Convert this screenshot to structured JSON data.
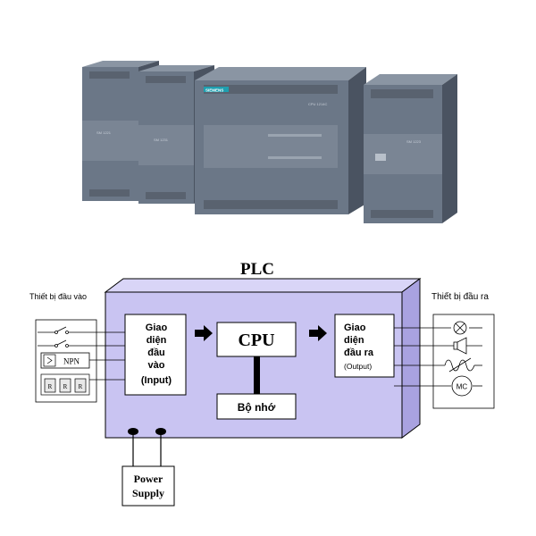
{
  "photo": {
    "modules": [
      {
        "brand": "",
        "label": "SM 1221"
      },
      {
        "brand": "",
        "label": "SM 1231"
      },
      {
        "brand": "SIEMENS",
        "label": "CPU 1214C"
      },
      {
        "brand": "",
        "label": "SM 1223"
      }
    ],
    "colors": {
      "housing": "#6b7787",
      "housing_dark": "#4a5361",
      "housing_light": "#8a95a3",
      "brand": "#1f9fb0"
    }
  },
  "diagram": {
    "title": "PLC",
    "input_devices_label": "Thiết bị đầu vào",
    "output_devices_label": "Thiết bị đầu ra",
    "input_interface": {
      "lines": [
        "Giao",
        "diện",
        "đầu",
        "vào",
        "(Input)"
      ]
    },
    "output_interface": {
      "lines": [
        "Giao",
        "diện",
        "đầu ra"
      ],
      "sub": "(Output)"
    },
    "cpu_label": "CPU",
    "memory_label": "Bộ nhớ",
    "power_supply": {
      "lines": [
        "Power",
        "Supply"
      ]
    },
    "input_symbols": [
      "switch-1",
      "switch-2",
      "NPN",
      "relays"
    ],
    "npn_label": "NPN",
    "relay_label": "R",
    "motor_label": "MC",
    "colors": {
      "box_fill": "#c9c4f2",
      "box_top": "#d9d5f7",
      "box_side": "#a9a2e0",
      "stroke": "#000000",
      "device_fill": "#ffffff"
    }
  }
}
